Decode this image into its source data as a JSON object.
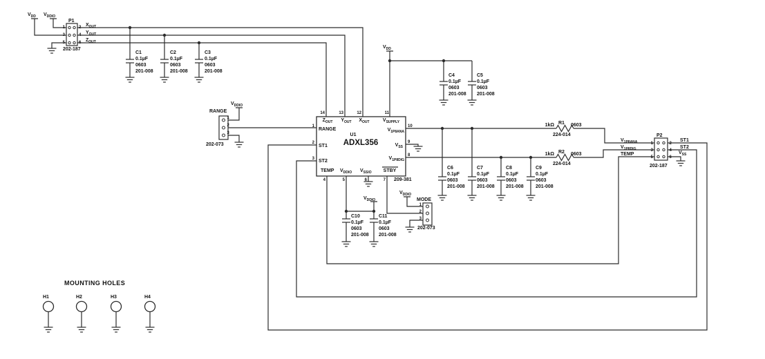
{
  "nets": {
    "vdd": {
      "base": "V",
      "sub": "DD"
    },
    "vddio": {
      "base": "V",
      "sub": "DDIO"
    }
  },
  "p1": {
    "ref": "P1",
    "part": "202-187",
    "pins": [
      "1",
      "2",
      "3",
      "4",
      "5",
      "6"
    ],
    "signals": [
      {
        "base": "X",
        "sub": "OUT"
      },
      {
        "base": "Y",
        "sub": "OUT"
      },
      {
        "base": "Z",
        "sub": "OUT"
      }
    ]
  },
  "capacitors": [
    {
      "ref": "C1",
      "value": "0.1µF",
      "package": "0603",
      "part": "201-008"
    },
    {
      "ref": "C2",
      "value": "0.1µF",
      "package": "0603",
      "part": "201-008"
    },
    {
      "ref": "C3",
      "value": "0.1µF",
      "package": "0603",
      "part": "201-008"
    },
    {
      "ref": "C4",
      "value": "0.1µF",
      "package": "0603",
      "part": "201-008"
    },
    {
      "ref": "C5",
      "value": "0.1µF",
      "package": "0603",
      "part": "201-008"
    },
    {
      "ref": "C6",
      "value": "0.1µF",
      "package": "0603",
      "part": "201-008"
    },
    {
      "ref": "C7",
      "value": "0.1µF",
      "package": "0603",
      "part": "201-008"
    },
    {
      "ref": "C8",
      "value": "0.1µF",
      "package": "0603",
      "part": "201-008"
    },
    {
      "ref": "C9",
      "value": "0.1µF",
      "package": "0603",
      "part": "201-008"
    },
    {
      "ref": "C10",
      "value": "0.1µF",
      "package": "0603",
      "part": "201-008"
    },
    {
      "ref": "C11",
      "value": "0.1µF",
      "package": "0603",
      "part": "201-008"
    }
  ],
  "resistors": [
    {
      "ref": "R1",
      "value": "1kΩ",
      "package": "0603",
      "part": "224-014"
    },
    {
      "ref": "R2",
      "value": "1kΩ",
      "package": "0603",
      "part": "224-014"
    }
  ],
  "u1": {
    "ref": "U1",
    "name": "ADXL356",
    "part": "209-381",
    "pins_top": [
      {
        "num": "14",
        "base": "Z",
        "sub": "OUT"
      },
      {
        "num": "13",
        "base": "Y",
        "sub": "OUT"
      },
      {
        "num": "12",
        "base": "X",
        "sub": "OUT"
      },
      {
        "num": "11",
        "base": "V",
        "sub": "SUPPLY"
      }
    ],
    "pins_left": [
      {
        "num": "1",
        "label": "RANGE"
      },
      {
        "num": "2",
        "label": "ST1"
      },
      {
        "num": "3",
        "label": "ST2"
      }
    ],
    "pins_right": [
      {
        "num": "10",
        "base": "V",
        "sub": "1P8ANA"
      },
      {
        "num": "9",
        "base": "V",
        "sub": "SS"
      },
      {
        "num": "8",
        "base": "V",
        "sub": "1P8DIG"
      }
    ],
    "pins_bottom": [
      {
        "num": "4",
        "label": "TEMP"
      },
      {
        "num": "5",
        "base": "V",
        "sub": "DDIO"
      },
      {
        "num": "6",
        "base": "V",
        "sub": "SSIO"
      },
      {
        "num": "7",
        "label": "STBY"
      }
    ]
  },
  "range_header": {
    "label": "RANGE",
    "part": "202-073",
    "pins": [
      "1",
      "2",
      "3"
    ]
  },
  "mode_header": {
    "label": "MODE",
    "part": "202-073",
    "pins": [
      "1",
      "2",
      "3"
    ]
  },
  "p2": {
    "ref": "P2",
    "part": "202-187",
    "pin_numbers": [
      "1",
      "2",
      "3",
      "4",
      "5",
      "6"
    ],
    "left_labels": [
      {
        "base": "V",
        "sub": "1P8ANA"
      },
      {
        "base": "V",
        "sub": "1P8DIG"
      },
      {
        "label": "TEMP"
      }
    ],
    "right_labels": [
      {
        "label": "ST1"
      },
      {
        "label": "ST2"
      },
      {
        "base": "V",
        "sub": "SS"
      }
    ]
  },
  "mounting": {
    "title": "MOUNTING HOLES",
    "holes": [
      "H1",
      "H2",
      "H3",
      "H4"
    ]
  },
  "colors": {
    "wire": "#2b2b2b",
    "text": "#111111",
    "background": "#ffffff"
  }
}
